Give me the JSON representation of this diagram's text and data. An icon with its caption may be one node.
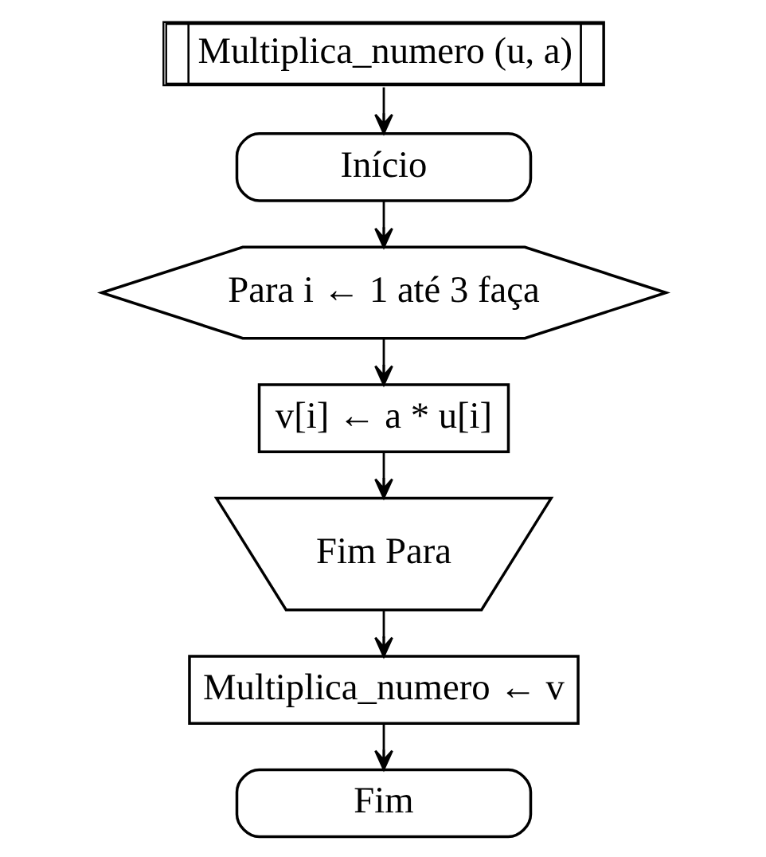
{
  "diagram": {
    "nodes": [
      {
        "text": [
          "Multiplica_numero (u, a)"
        ]
      },
      {
        "text": [
          "Início"
        ]
      },
      {
        "text": [
          "Para i ← 1 até 3 faça"
        ]
      },
      {
        "text": [
          "v[i] ← a * u[i]"
        ]
      },
      {
        "text": [
          "Fim Para"
        ]
      },
      {
        "text": [
          "Multiplica_numero ← v"
        ]
      },
      {
        "text": [
          "Fim"
        ]
      }
    ],
    "edges": [
      {
        "from": 0,
        "to": 1,
        "arrow": "to"
      },
      {
        "from": 1,
        "to": 2,
        "arrow": "to"
      },
      {
        "from": 2,
        "to": 3,
        "arrow": "to"
      },
      {
        "from": 3,
        "to": 4,
        "arrow": "to"
      },
      {
        "from": 4,
        "to": 5,
        "arrow": "to"
      },
      {
        "from": 5,
        "to": 6,
        "arrow": "to"
      }
    ]
  }
}
